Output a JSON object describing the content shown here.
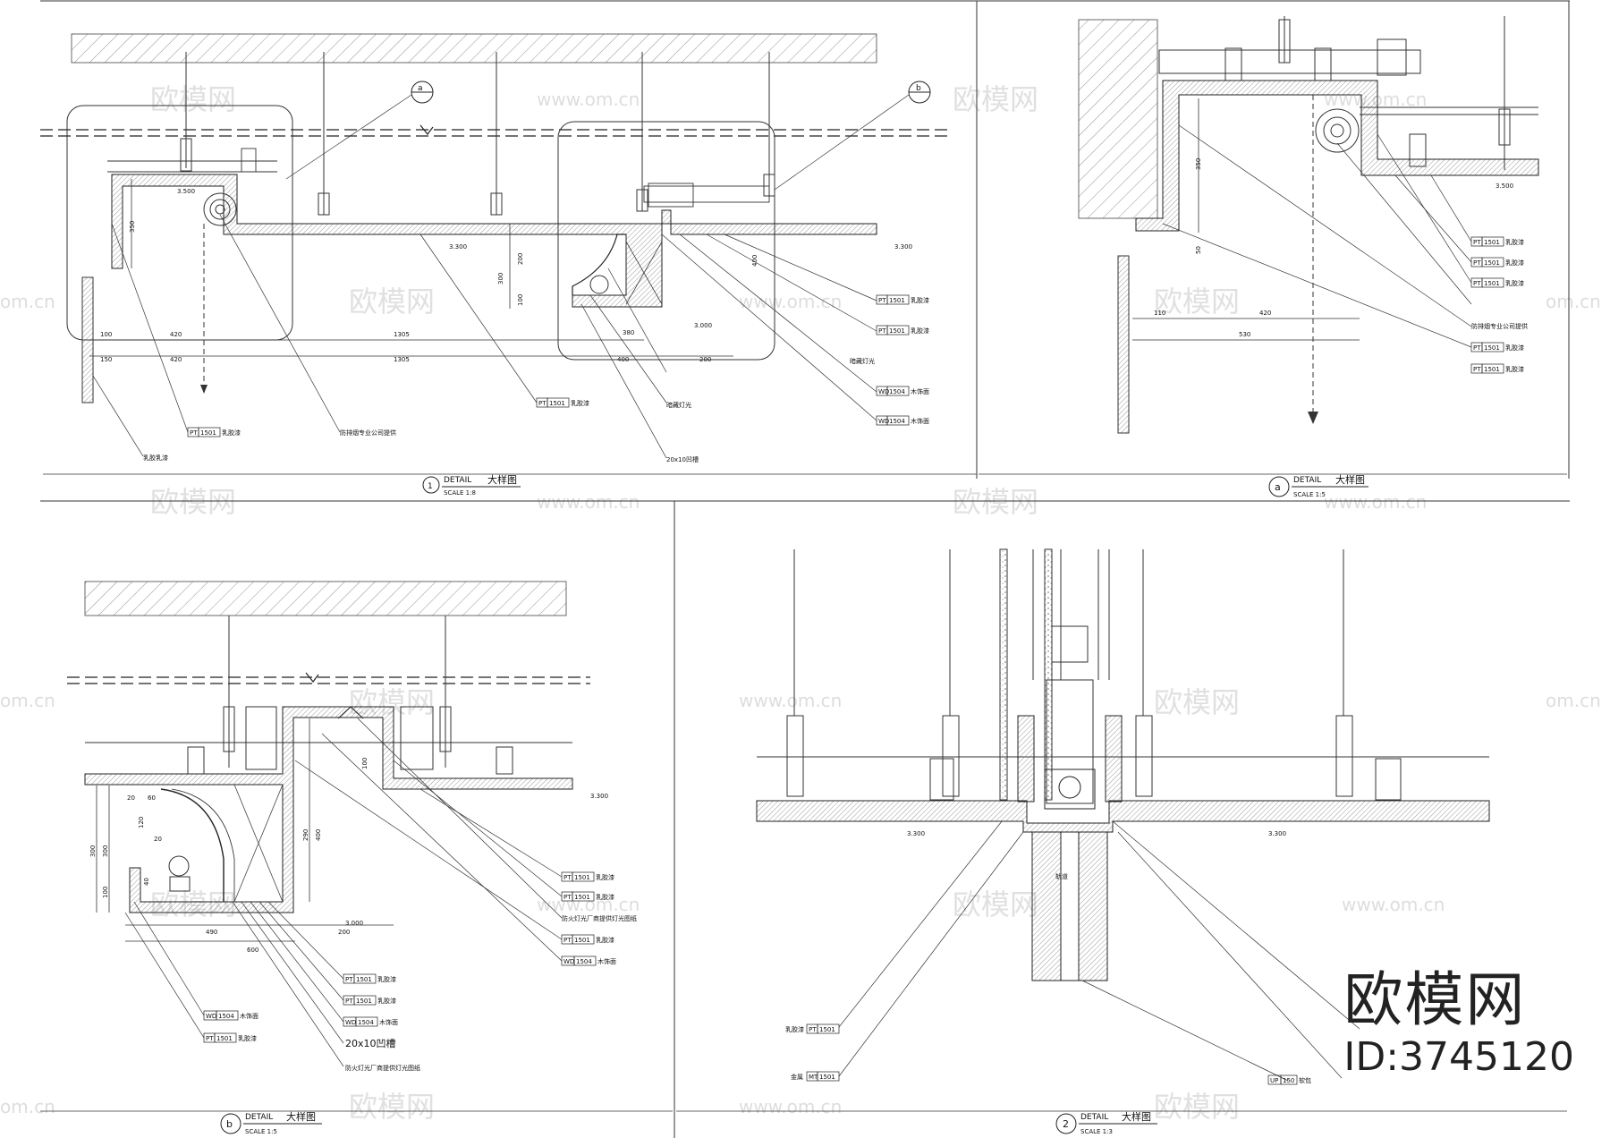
{
  "brand": {
    "name": "欧模网",
    "id_label": "ID:3745120"
  },
  "watermark": {
    "cn": "欧模网",
    "url": "www.om.cn",
    "url_short": "om.cn"
  },
  "callouts": {
    "a": "a",
    "b": "b",
    "one": "1",
    "two": "2"
  },
  "panel1": {
    "title_en": "DETAIL",
    "title_cn": "大样图",
    "scale": "SCALE 1:8",
    "badge": "1",
    "elev_left": "3.500",
    "elev_mid": "3.300",
    "elev_right": "3.300",
    "elev_box": "3.000",
    "dims": [
      "350",
      "100",
      "420",
      "1305",
      "420",
      "1305",
      "150",
      "300",
      "200",
      "100",
      "380",
      "400",
      "200",
      "400"
    ],
    "tags": [
      {
        "code": "PT",
        "num": "1501",
        "desc": "乳胶漆"
      },
      {
        "code": "PT",
        "num": "1501",
        "desc": "乳胶漆"
      },
      {
        "code": "PT",
        "num": "1501",
        "desc": "乳胶漆"
      },
      {
        "code": "WD",
        "num": "1504",
        "desc": "木饰面"
      },
      {
        "code": "WD",
        "num": "1504",
        "desc": "木饰面"
      },
      {
        "code": "PT",
        "num": "1501",
        "desc": "乳胶漆"
      }
    ],
    "notes": [
      "暗藏灯光",
      "暗藏灯光",
      "20x10凹槽",
      "防排烟专业公司提供",
      "乳胶乳漆"
    ]
  },
  "panela": {
    "title_en": "DETAIL",
    "title_cn": "大样图",
    "scale": "SCALE 1:5",
    "badge": "a",
    "elev": "3.500",
    "dims": [
      "350",
      "50",
      "110",
      "420",
      "530"
    ],
    "tags": [
      {
        "code": "PT",
        "num": "1501",
        "desc": "乳胶漆"
      },
      {
        "code": "PT",
        "num": "1501",
        "desc": "乳胶漆"
      },
      {
        "code": "PT",
        "num": "1501",
        "desc": "乳胶漆"
      },
      {
        "code": "PT",
        "num": "1501",
        "desc": "乳胶漆"
      },
      {
        "code": "PT",
        "num": "1501",
        "desc": "乳胶漆"
      }
    ],
    "note": "防排烟专业公司提供"
  },
  "panelb": {
    "title_en": "DETAIL",
    "title_cn": "大样图",
    "scale": "SCALE 1:5",
    "badge": "b",
    "elev_left": "3.300",
    "elev_box": "3.000",
    "dims": [
      "20",
      "60",
      "120",
      "20",
      "300",
      "100",
      "300",
      "40",
      "290",
      "400",
      "100",
      "490",
      "600",
      "200"
    ],
    "tags_right": [
      {
        "code": "PT",
        "num": "1501",
        "desc": "乳胶漆"
      },
      {
        "code": "PT",
        "num": "1501",
        "desc": "乳胶漆"
      },
      {
        "code": "PT",
        "num": "1501",
        "desc": "乳胶漆"
      },
      {
        "code": "WD",
        "num": "1504",
        "desc": "木饰面"
      }
    ],
    "note_right": "防火灯光厂商提供灯光图纸",
    "tags_bottom": [
      {
        "code": "PT",
        "num": "1501",
        "desc": "乳胶漆"
      },
      {
        "code": "PT",
        "num": "1501",
        "desc": "乳胶漆"
      },
      {
        "code": "WD",
        "num": "1504",
        "desc": "木饰面"
      }
    ],
    "groove": "20x10凹槽",
    "note_bottom": "防火灯光厂商提供灯光图纸",
    "tags_left": [
      {
        "code": "WD",
        "num": "1504",
        "desc": "木饰面"
      },
      {
        "code": "PT",
        "num": "1501",
        "desc": "乳胶漆"
      }
    ]
  },
  "panel2": {
    "title_en": "DETAIL",
    "title_cn": "大样图",
    "scale": "SCALE 1:3",
    "badge": "2",
    "elev_left": "3.300",
    "elev_right": "3.300",
    "tags": [
      {
        "code": "PT",
        "num": "1501",
        "desc": "乳胶漆"
      },
      {
        "code": "MT",
        "num": "1501",
        "desc": "金属"
      },
      {
        "code": "UP",
        "num": "150",
        "desc": "软包"
      }
    ],
    "center_note": "轨道"
  }
}
